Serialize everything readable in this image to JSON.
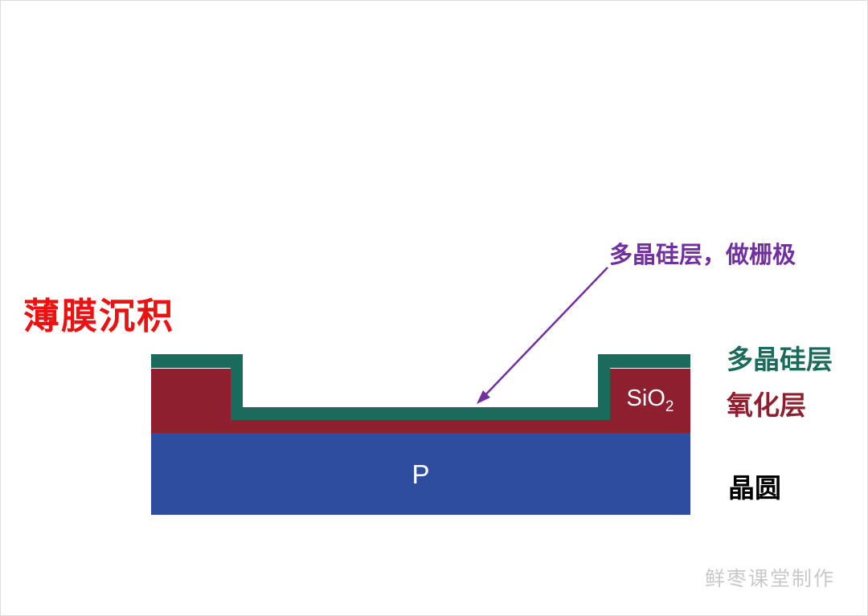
{
  "title": "薄膜沉积",
  "annotation": {
    "text": "多晶硅层，做栅极"
  },
  "diagram": {
    "substrate_label": "P",
    "oxide_label": {
      "main": "SiO",
      "sub": "2"
    }
  },
  "legend": {
    "polysilicon": "多晶硅层",
    "oxide": "氧化层",
    "wafer": "晶圆"
  },
  "watermark": "鲜枣课堂制作",
  "colors": {
    "title-red": "#ee1111",
    "annotation-purple": "#7030a0",
    "polysilicon-teal": "#1a6b5c",
    "oxide-maroon": "#8e1f2e",
    "wafer-blue": "#2e4d9e",
    "label-black": "#000000",
    "watermark-gray": "#c9c9c9"
  }
}
